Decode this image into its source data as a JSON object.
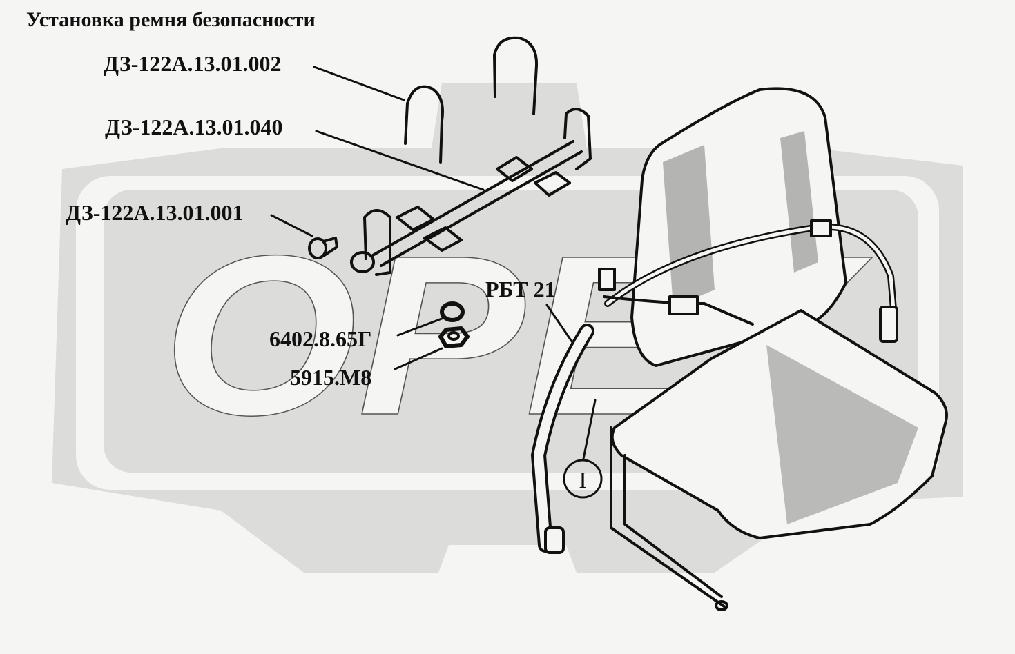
{
  "title": "Установка ремня безопасности",
  "watermark": {
    "text": "OPEX",
    "color": "#dcdcda"
  },
  "parts": [
    {
      "id": "u-bolt",
      "label": "ДЗ-122А.13.01.002"
    },
    {
      "id": "bracket",
      "label": "ДЗ-122А.13.01.040"
    },
    {
      "id": "bolt",
      "label": "ДЗ-122А.13.01.001"
    },
    {
      "id": "washer",
      "label": "6402.8.65Г"
    },
    {
      "id": "nut",
      "label": "5915.М8"
    },
    {
      "id": "belt",
      "label": "РБТ 21"
    }
  ],
  "detail_callout": "I"
}
